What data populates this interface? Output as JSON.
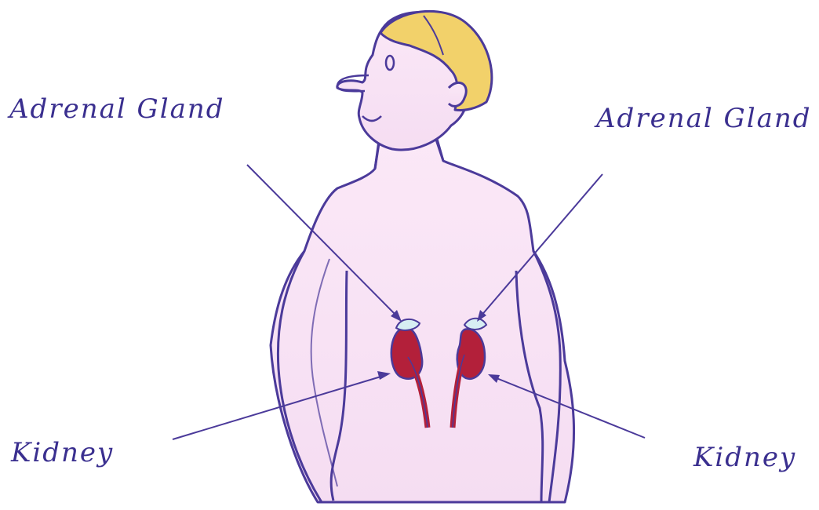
{
  "labels": {
    "adrenal_left": "Adrenal Gland",
    "adrenal_right": "Adrenal Gland",
    "kidney_left": "Kidney",
    "kidney_right": "Kidney"
  },
  "colors": {
    "outline": "#4b3a9a",
    "skin": "#f8e2f4",
    "hair": "#f2d16a",
    "kidney": "#b3203a",
    "adrenal": "#d7eef3",
    "label_text": "#3a2f8f"
  }
}
